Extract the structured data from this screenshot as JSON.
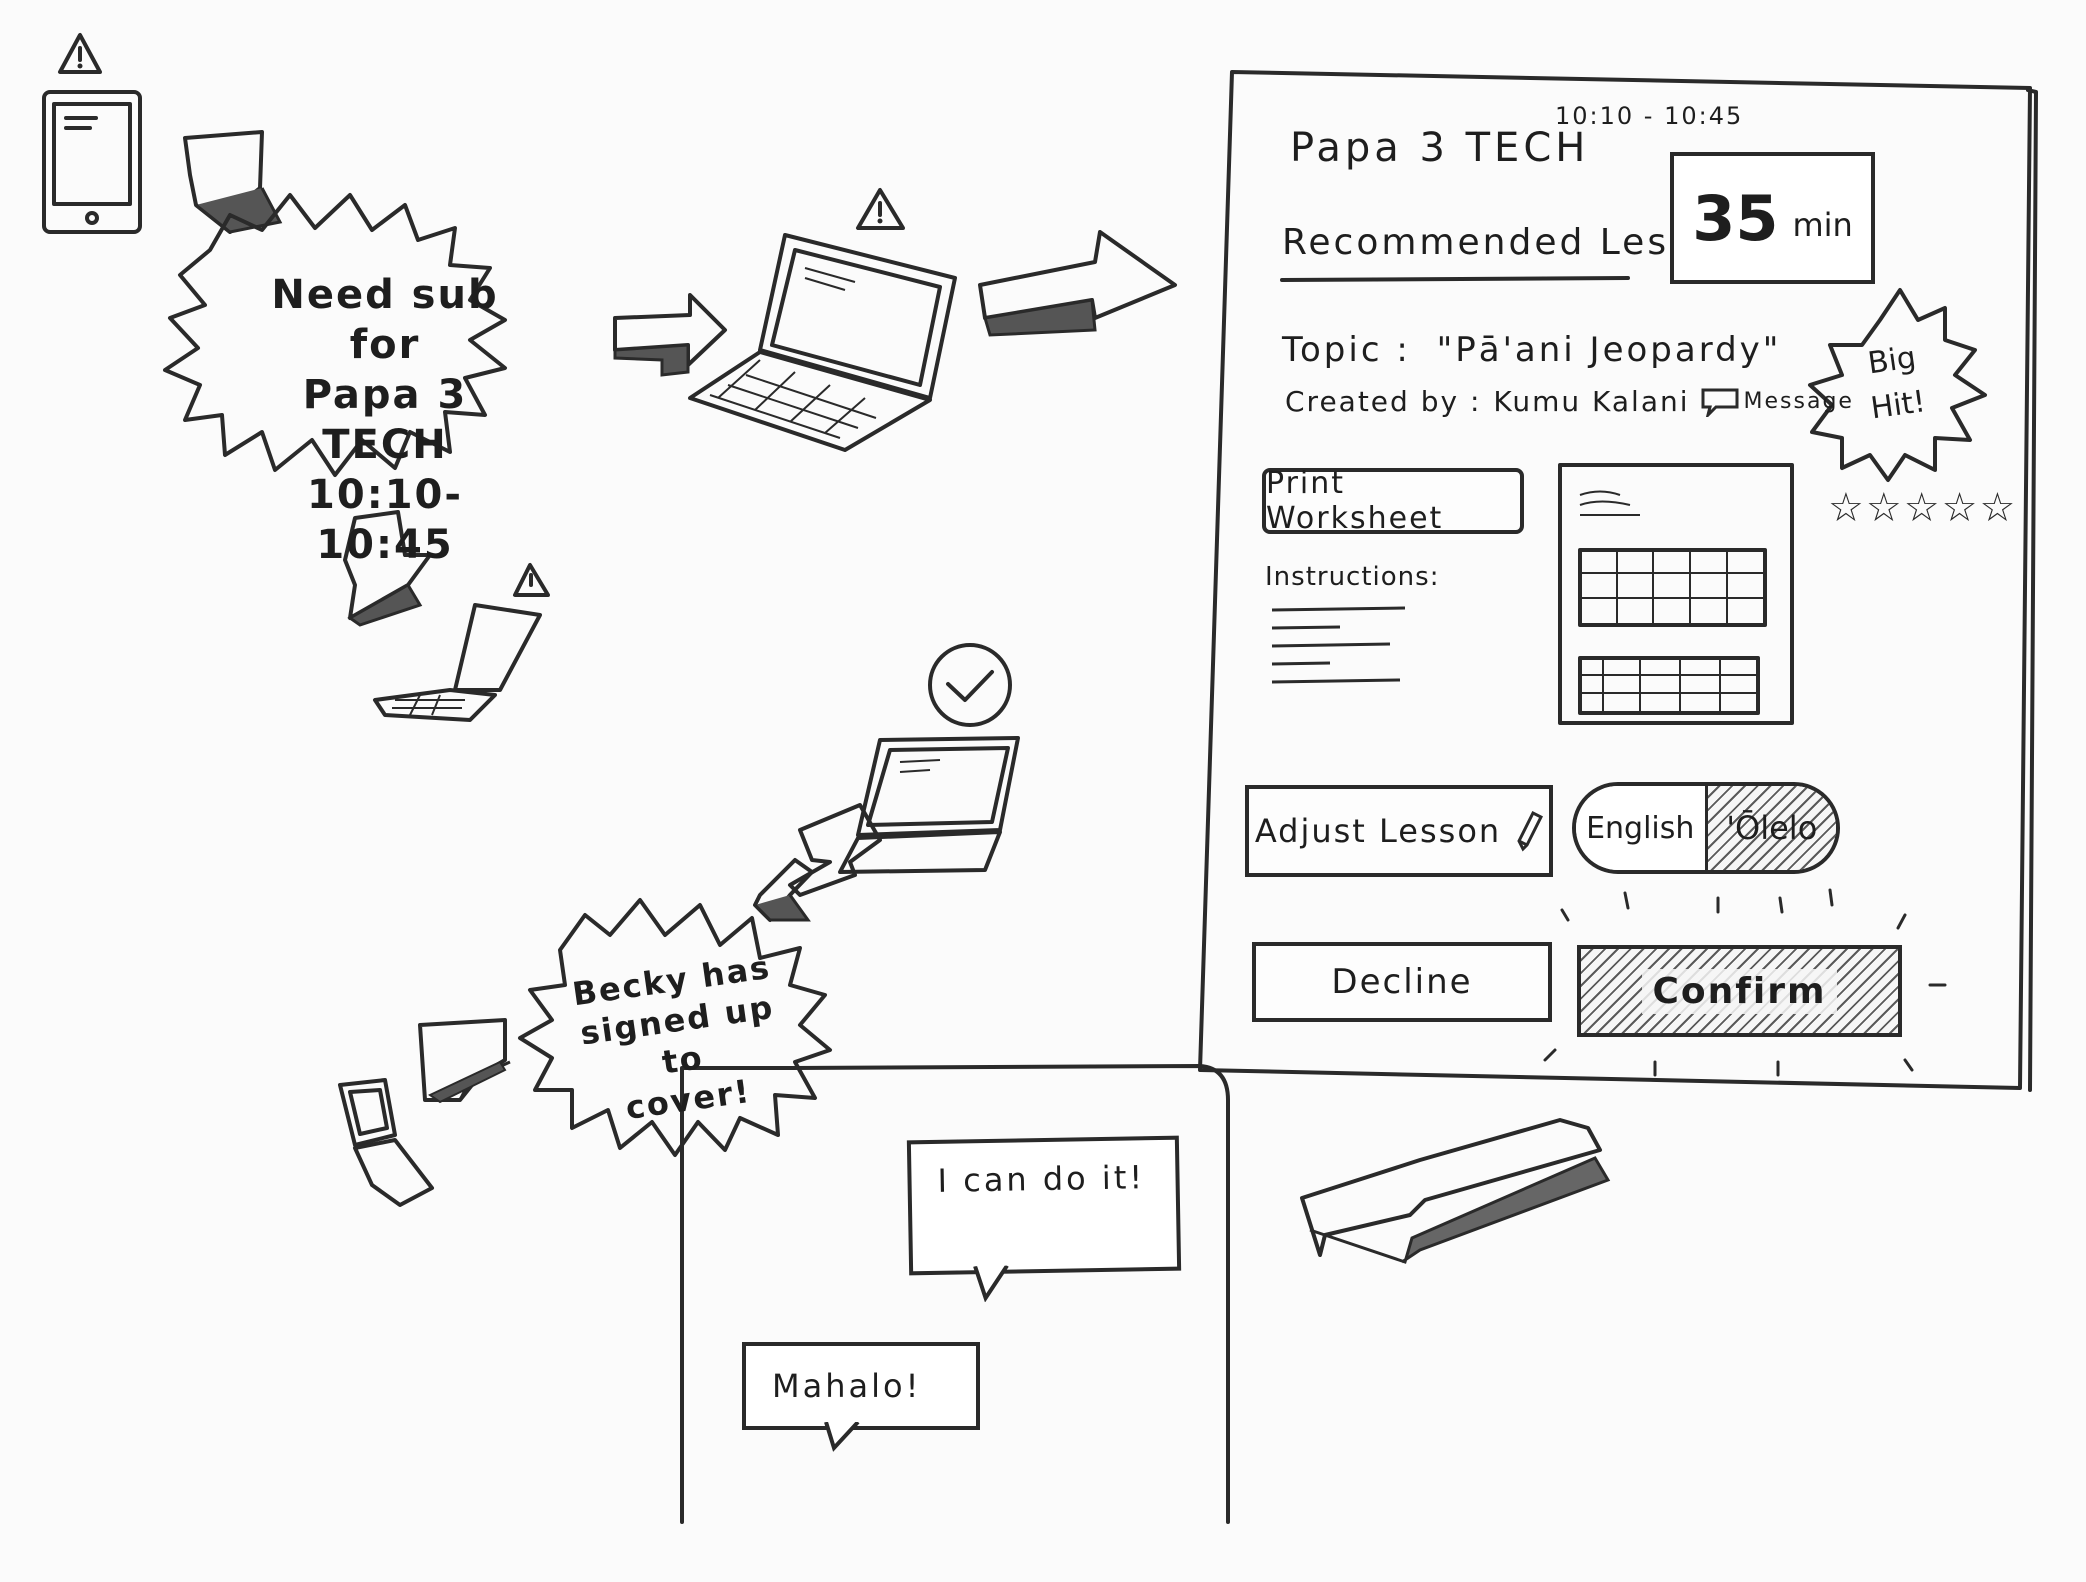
{
  "alerts": {
    "need_sub": [
      "Need sub for",
      "Papa 3 TECH",
      "10:10-10:45"
    ],
    "signed_up": [
      "Becky has",
      "signed up to",
      "cover!"
    ]
  },
  "lesson_panel": {
    "time": "10:10 - 10:45",
    "class_name": "Papa 3 TECH",
    "section_title": "Recommended Lesson",
    "duration_value": "35",
    "duration_unit": "min",
    "topic_label": "Topic :",
    "topic_value": "\"Pā'ani Jeopardy\"",
    "created_by_label": "Created by :",
    "creator": "Kumu Kalani",
    "message_label": "Message",
    "badge": [
      "Big",
      "Hit!"
    ],
    "rating": 5,
    "print_label": "Print Worksheet",
    "instructions_label": "Instructions:",
    "adjust_label": "Adjust Lesson",
    "language_options": [
      "English",
      "'Ōlelo"
    ],
    "language_selected": "'Ōlelo",
    "decline_label": "Decline",
    "confirm_label": "Confirm"
  },
  "chat": {
    "messages": [
      {
        "text": "I can do it!"
      },
      {
        "text": "Mahalo!"
      }
    ]
  },
  "icons": [
    "alert-icon",
    "phone-icon",
    "laptop-icon",
    "check-icon",
    "arrow-icon",
    "message-icon",
    "pencil-icon",
    "star-icon"
  ]
}
